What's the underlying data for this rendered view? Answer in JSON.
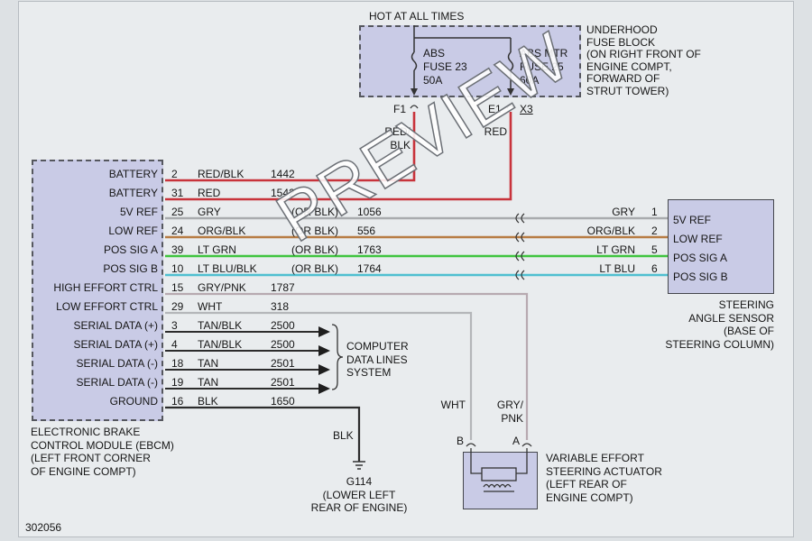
{
  "header": {
    "hot_label": "HOT AT ALL TIMES"
  },
  "fuse_block": {
    "title_lines": [
      "UNDERHOOD",
      "FUSE BLOCK",
      "(ON RIGHT FRONT OF",
      "ENGINE COMPT,",
      "FORWARD OF",
      "STRUT TOWER)"
    ],
    "fuses": [
      {
        "lines": [
          "ABS",
          "FUSE 23",
          "50A"
        ],
        "pin": "F1",
        "wire": [
          "RED/",
          "BLK"
        ]
      },
      {
        "lines": [
          "ABS MTR",
          "FUSE 25",
          "60A"
        ],
        "pin": "E1",
        "connector": "X3",
        "wire": [
          "RED"
        ]
      }
    ]
  },
  "ebcm": {
    "label_lines": [
      "ELECTRONIC BRAKE",
      "CONTROL MODULE (EBCM)",
      "(LEFT FRONT CORNER",
      "OF ENGINE COMPT)"
    ],
    "pins": [
      {
        "name": "BATTERY",
        "pin": "2",
        "color": "RED/BLK",
        "alt": "",
        "circuit": "1442",
        "wire_hex": "#c8333b"
      },
      {
        "name": "BATTERY",
        "pin": "31",
        "color": "RED",
        "alt": "",
        "circuit": "1542",
        "wire_hex": "#c8333b"
      },
      {
        "name": "5V REF",
        "pin": "25",
        "color": "GRY",
        "alt": "(OR BLK)",
        "circuit": "1056",
        "wire_hex": "#a9abae"
      },
      {
        "name": "LOW REF",
        "pin": "24",
        "color": "ORG/BLK",
        "alt": "(OR BLK)",
        "circuit": "556",
        "wire_hex": "#b87c44"
      },
      {
        "name": "POS SIG A",
        "pin": "39",
        "color": "LT GRN",
        "alt": "(OR BLK)",
        "circuit": "1763",
        "wire_hex": "#3fc43f"
      },
      {
        "name": "POS SIG B",
        "pin": "10",
        "color": "LT BLU/BLK",
        "alt": "(OR BLK)",
        "circuit": "1764",
        "wire_hex": "#4fbfd0"
      },
      {
        "name": "HIGH EFFORT CTRL",
        "pin": "15",
        "color": "GRY/PNK",
        "alt": "",
        "circuit": "1787",
        "wire_hex": "#b7a9b0"
      },
      {
        "name": "LOW EFFORT CTRL",
        "pin": "29",
        "color": "WHT",
        "alt": "",
        "circuit": "318",
        "wire_hex": "#b4b6b9"
      },
      {
        "name": "SERIAL DATA (+)",
        "pin": "3",
        "color": "TAN/BLK",
        "alt": "",
        "circuit": "2500",
        "wire_hex": "#2c2c2c"
      },
      {
        "name": "SERIAL DATA (+)",
        "pin": "4",
        "color": "TAN/BLK",
        "alt": "",
        "circuit": "2500",
        "wire_hex": "#2c2c2c"
      },
      {
        "name": "SERIAL DATA (-)",
        "pin": "18",
        "color": "TAN",
        "alt": "",
        "circuit": "2501",
        "wire_hex": "#2c2c2c"
      },
      {
        "name": "SERIAL DATA (-)",
        "pin": "19",
        "color": "TAN",
        "alt": "",
        "circuit": "2501",
        "wire_hex": "#2c2c2c"
      },
      {
        "name": "GROUND",
        "pin": "16",
        "color": "BLK",
        "alt": "",
        "circuit": "1650",
        "wire_hex": "#2c2c2c"
      }
    ]
  },
  "data_lines": {
    "label_lines": [
      "COMPUTER",
      "DATA LINES",
      "SYSTEM"
    ]
  },
  "sensor": {
    "label_lines": [
      "STEERING",
      "ANGLE SENSOR",
      "(BASE OF",
      "STEERING COLUMN)"
    ],
    "pins": [
      {
        "name": "5V REF",
        "pin": "1",
        "color": "GRY"
      },
      {
        "name": "LOW REF",
        "pin": "2",
        "color": "ORG/BLK"
      },
      {
        "name": "POS SIG A",
        "pin": "5",
        "color": "LT GRN"
      },
      {
        "name": "POS SIG B",
        "pin": "6",
        "color": "LT BLU"
      }
    ]
  },
  "actuator": {
    "label_lines": [
      "VARIABLE EFFORT",
      "STEERING ACTUATOR",
      "(LEFT REAR OF",
      "ENGINE COMPT)"
    ],
    "pin_b": "B",
    "pin_a": "A",
    "wire_b": [
      "WHT"
    ],
    "wire_a": [
      "GRY/",
      "PNK"
    ]
  },
  "ground": {
    "wire": "BLK",
    "name": "G114",
    "label_lines": [
      "(LOWER LEFT",
      "REAR OF ENGINE)"
    ]
  },
  "figure_number": "302056",
  "watermark": "PREVIEW"
}
